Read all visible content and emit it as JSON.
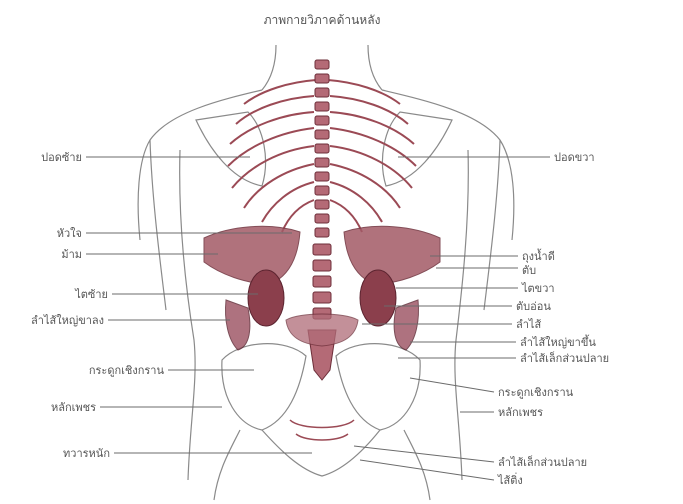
{
  "title": "ภาพกายวิภาคด้านหลัง",
  "labels_left": [
    "ปอดซ้าย",
    "หัวใจ",
    "ม้าม",
    "ไตซ้าย",
    "ลำไส้ใหญ่ขาลง",
    "กระดูกเชิงกราน",
    "หลักเพชร",
    "ทวารหนัก"
  ],
  "labels_right": [
    "ปอดขวา",
    "ถุงน้ำดี",
    "ตับ",
    "ไตขวา",
    "ตับอ่อน",
    "ลำไส้",
    "ลำไส้ใหญ่ขาขึ้น",
    "ลำไส้เล็กส่วนปลาย",
    "กระดูกเชิงกราน",
    "หลักเพชร",
    "ลำไส้เล็กส่วนปลาย",
    "ไส้ติ่ง"
  ],
  "colors": {
    "outline": "#7a7a7a",
    "muscle": "#9b4a55",
    "muscle_dark": "#6e2f3a",
    "organ": "#a35a66",
    "text": "#555555"
  }
}
